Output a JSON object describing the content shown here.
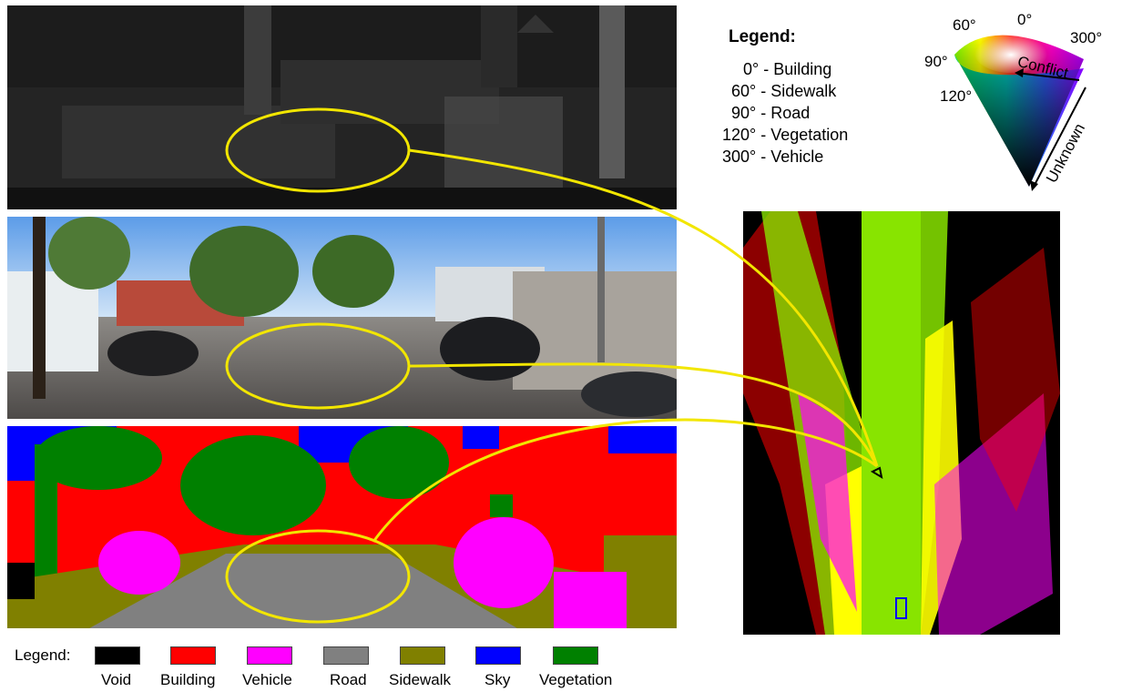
{
  "top_legend": {
    "title": "Legend:",
    "items": [
      "0° - Building",
      "60° - Sidewalk",
      "90° - Road",
      "120° - Vegetation",
      "300° - Vehicle"
    ]
  },
  "wheel": {
    "angles": [
      "60°",
      "0°",
      "300°",
      "90°",
      "120°"
    ],
    "conflict_label": "Conflict",
    "unknown_label": "Unknown"
  },
  "bottom_legend": {
    "title": "Legend:",
    "classes": [
      {
        "label": "Void",
        "color": "#000000"
      },
      {
        "label": "Building",
        "color": "#ff0000"
      },
      {
        "label": "Vehicle",
        "color": "#ff00ff"
      },
      {
        "label": "Road",
        "color": "#808080"
      },
      {
        "label": "Sidewalk",
        "color": "#808000"
      },
      {
        "label": "Sky",
        "color": "#0000ff"
      },
      {
        "label": "Vegetation",
        "color": "#008000"
      }
    ]
  },
  "colors": {
    "highlight": "#f2e600",
    "grid_road": "#88e400",
    "grid_sidewalk": "#ffff00",
    "grid_vehicle": "#ff00ff",
    "grid_building": "#ff0000"
  }
}
